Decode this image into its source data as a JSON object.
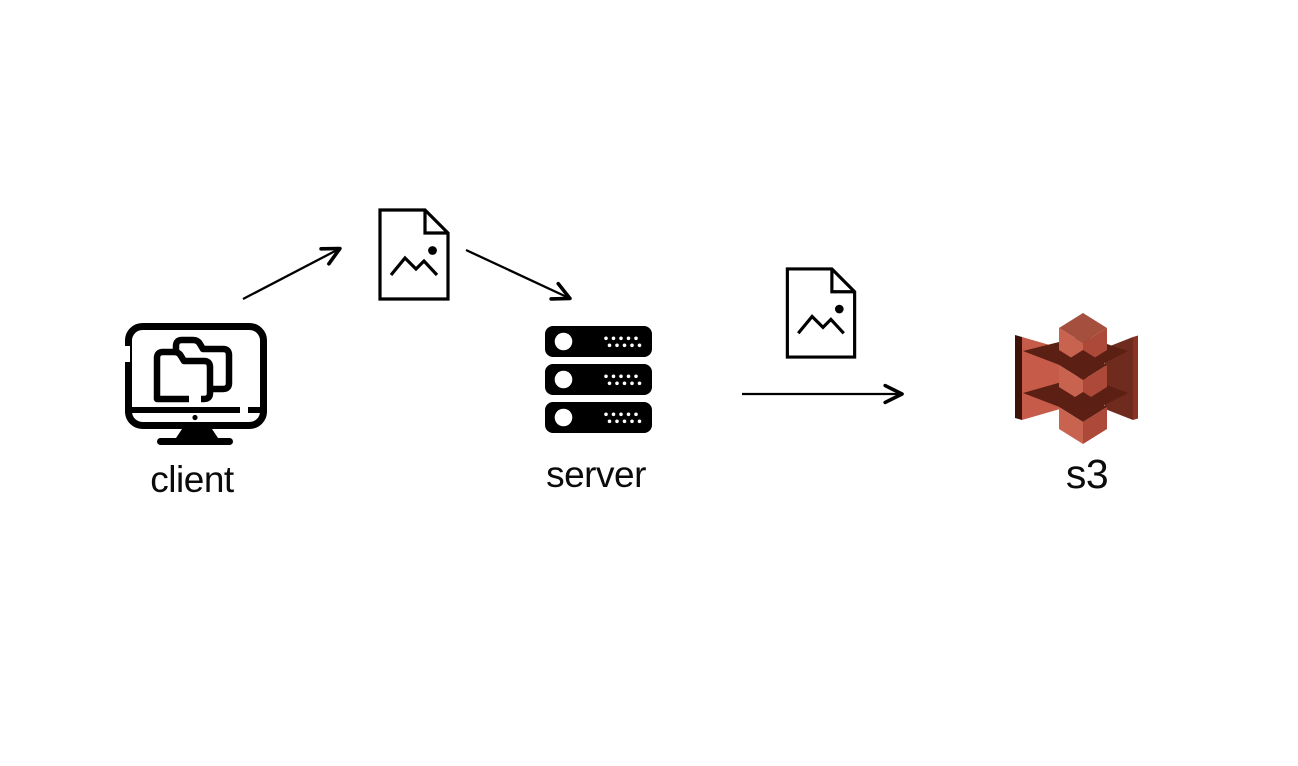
{
  "diagram": {
    "background": "#ffffff",
    "line_color": "#000000",
    "nodes": {
      "client": {
        "label": "client",
        "icon": "monitor-folder-icon"
      },
      "server": {
        "label": "server",
        "icon": "server-stack-icon"
      },
      "s3": {
        "label": "s3",
        "icon": "aws-s3-bucket-icon"
      }
    },
    "files": {
      "icon": "image-file-icon",
      "count": 2
    },
    "connectors": [
      {
        "from": "client",
        "to": "image-file-1",
        "style": "arrow"
      },
      {
        "from": "image-file-1",
        "to": "server",
        "style": "arrow"
      },
      {
        "from": "server",
        "to": "s3",
        "style": "arrow",
        "via": "image-file-2"
      }
    ],
    "s3_colors": {
      "face_light": "#C65B49",
      "face_left": "#C86350",
      "face_right": "#AC4938",
      "top_face": "#A54F3E",
      "shadow": "#5B2013",
      "right_wing": "#6F2B1D",
      "left_strip": "#3D1309",
      "right_strip": "#8A3322"
    }
  }
}
